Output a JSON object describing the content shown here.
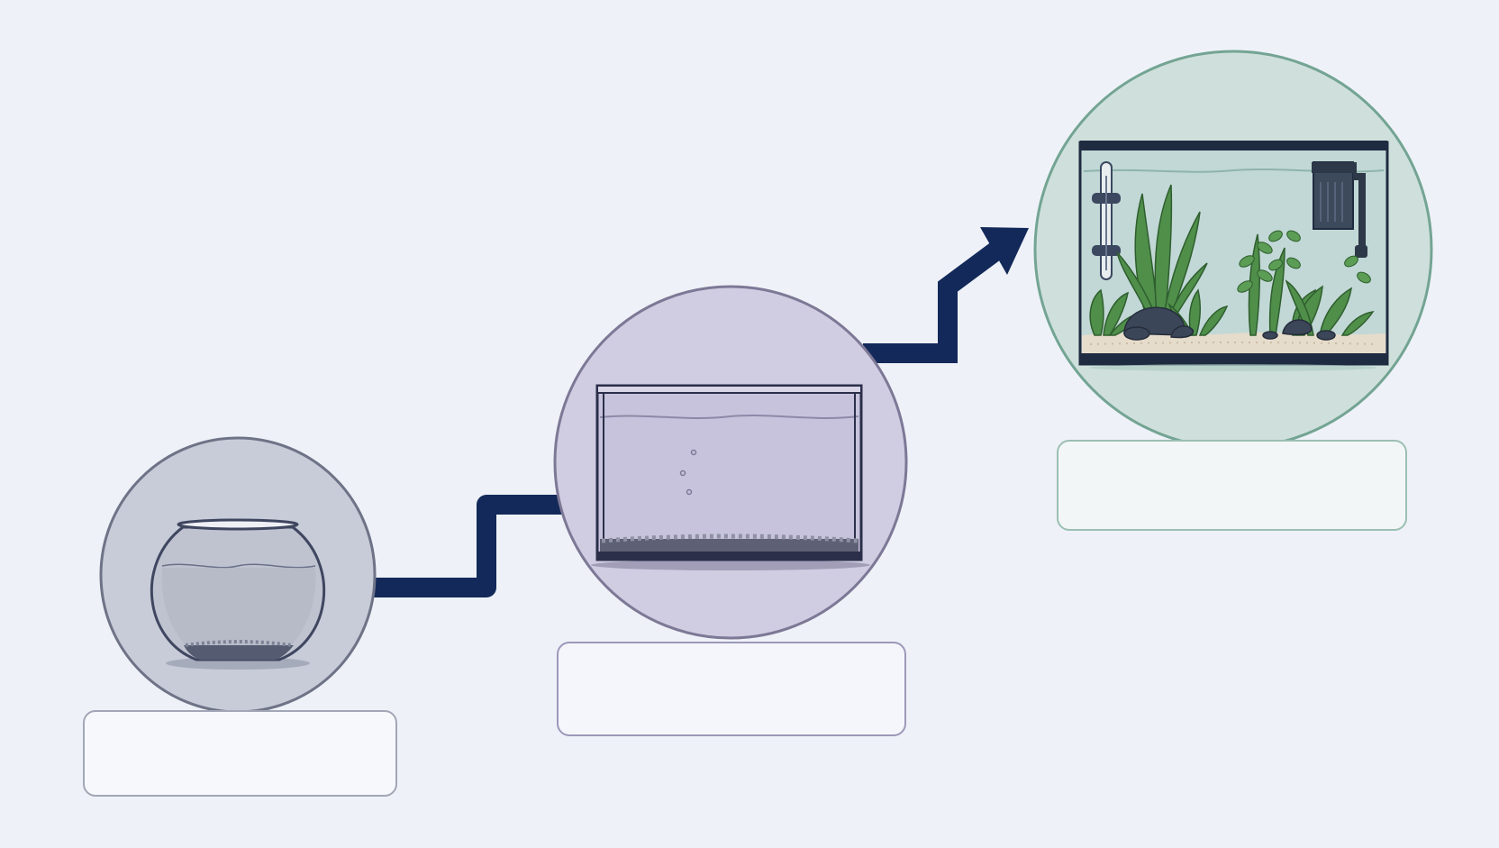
{
  "diagram": {
    "stages": [
      {
        "id": "stage-1",
        "subject": "fishbowl",
        "caption": "",
        "circle_fill": "#c8ccd8",
        "circle_stroke": "#6e7387"
      },
      {
        "id": "stage-2",
        "subject": "bare-tank",
        "caption": "",
        "circle_fill": "#d0cde2",
        "circle_stroke": "#7d7896"
      },
      {
        "id": "stage-3",
        "subject": "planted-aquarium",
        "caption": "",
        "circle_fill": "#cfe0dc",
        "circle_stroke": "#74a493"
      }
    ],
    "connector": {
      "direction": "up-right",
      "color": "#13295a"
    }
  }
}
